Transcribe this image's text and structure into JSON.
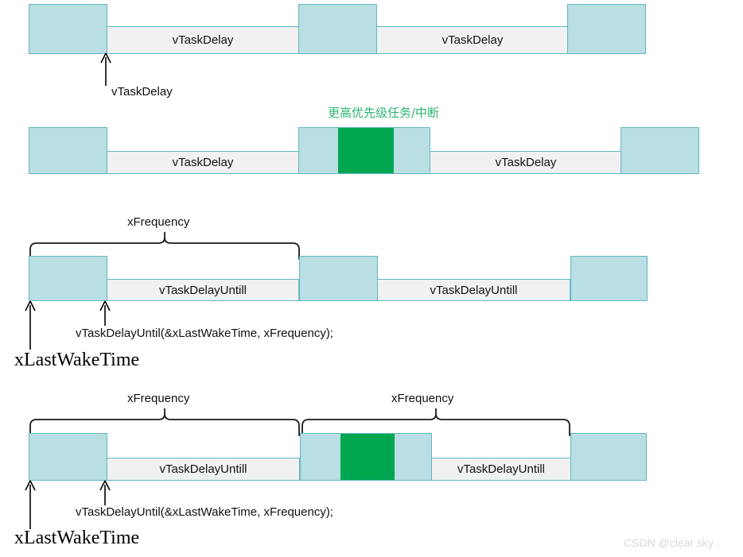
{
  "figure": {
    "title_watermark": "CSDN @clear sky .",
    "colors": {
      "block_fill": "#b9dee3",
      "block_border": "#65b7c1",
      "bar_fill": "#f1f1f1",
      "interrupt_fill": "#00a650",
      "interrupt_text": "#2bb673",
      "watermark": "#d8d8d8"
    }
  },
  "rows": [
    {
      "id": "row1",
      "bars": [
        {
          "label": "vTaskDelay"
        },
        {
          "label": "vTaskDelay"
        }
      ],
      "annotations": [
        {
          "label": "vTaskDelay"
        }
      ]
    },
    {
      "id": "row2",
      "caption": "更高优先级任务/中断",
      "bars": [
        {
          "label": "vTaskDelay"
        },
        {
          "label": "vTaskDelay"
        }
      ]
    },
    {
      "id": "row3",
      "braces": [
        {
          "label": "xFrequency"
        }
      ],
      "bars": [
        {
          "label": "vTaskDelayUntill"
        },
        {
          "label": "vTaskDelayUntill"
        }
      ],
      "annotations": [
        {
          "label": "vTaskDelayUntil(&xLastWakeTime, xFrequency);"
        },
        {
          "label": "xLastWakeTime"
        }
      ]
    },
    {
      "id": "row4",
      "braces": [
        {
          "label": "xFrequency"
        },
        {
          "label": "xFrequency"
        }
      ],
      "bars": [
        {
          "label": "vTaskDelayUntill"
        },
        {
          "label": "vTaskDelayUntill"
        }
      ],
      "annotations": [
        {
          "label": "vTaskDelayUntil(&xLastWakeTime, xFrequency);"
        },
        {
          "label": "xLastWakeTime"
        }
      ]
    }
  ]
}
